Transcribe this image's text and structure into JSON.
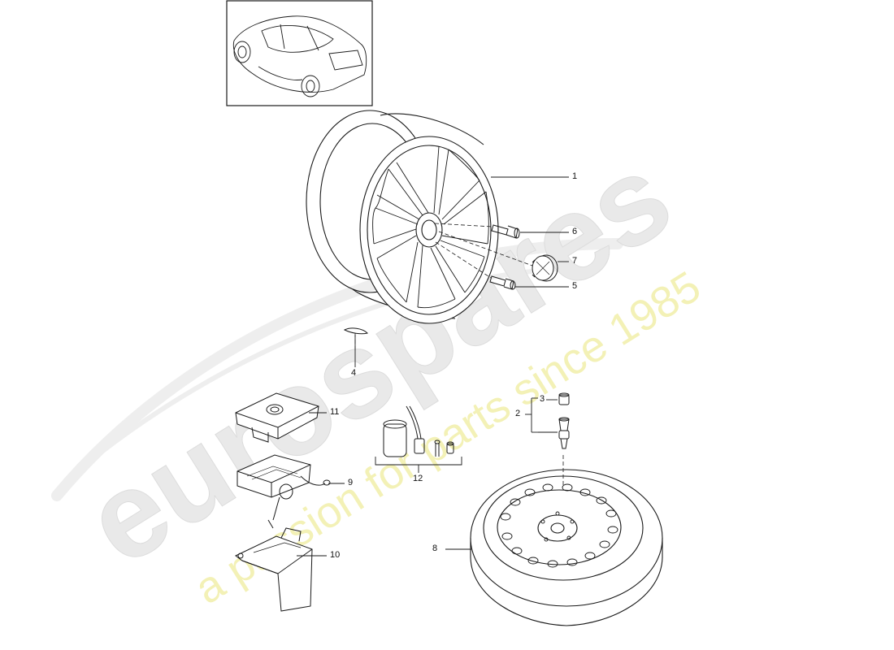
{
  "diagram": {
    "parts": [
      {
        "number": "1",
        "part": "alloy-wheel"
      },
      {
        "number": "2",
        "part": "tire-valve-assembly"
      },
      {
        "number": "3",
        "part": "valve-cap"
      },
      {
        "number": "4",
        "part": "balance-weight"
      },
      {
        "number": "5",
        "part": "wheel-bolt"
      },
      {
        "number": "6",
        "part": "locking-wheel-bolt"
      },
      {
        "number": "7",
        "part": "center-cap"
      },
      {
        "number": "8",
        "part": "spare-wheel"
      },
      {
        "number": "9",
        "part": "compressor"
      },
      {
        "number": "10",
        "part": "compressor-bracket"
      },
      {
        "number": "11",
        "part": "compressor-cover"
      },
      {
        "number": "12",
        "part": "tire-sealant-kit"
      }
    ]
  },
  "watermark": {
    "brand": "eurospares",
    "tagline": "a passion for parts since 1985",
    "brand_color": "#e9e9e9",
    "tagline_color": "#f3f1b6"
  },
  "colors": {
    "line": "#1a1a1a",
    "background": "#ffffff"
  }
}
